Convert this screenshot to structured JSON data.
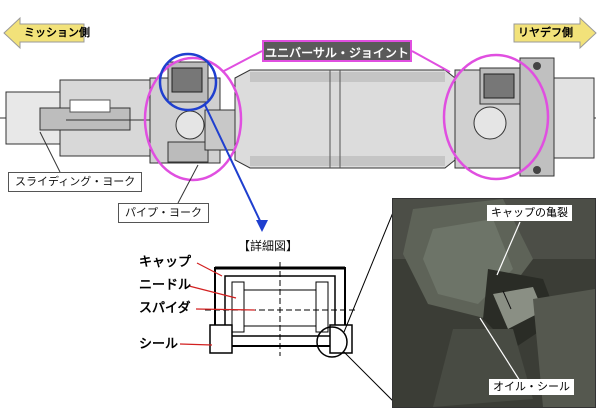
{
  "left_arrow_label": "ミッション側",
  "right_arrow_label": "リヤデフ側",
  "title_label": "ユニバーサル・ジョイント",
  "sliding_yoke_label": "スライディング・ヨーク",
  "pipe_yoke_label": "パイプ・ヨーク",
  "detail_title": "【詳細図】",
  "detail_parts": {
    "cap": "キャップ",
    "needle": "ニードル",
    "spider": "スパイダ",
    "seal": "シール"
  },
  "photo_labels": {
    "crack": "キャップの亀裂",
    "oil_seal": "オイル・シール"
  },
  "colors": {
    "arrow_fill": "#f2e27a",
    "highlight": "#e04fe0",
    "pointer": "#1f3fcf",
    "leader": "#d22020"
  }
}
